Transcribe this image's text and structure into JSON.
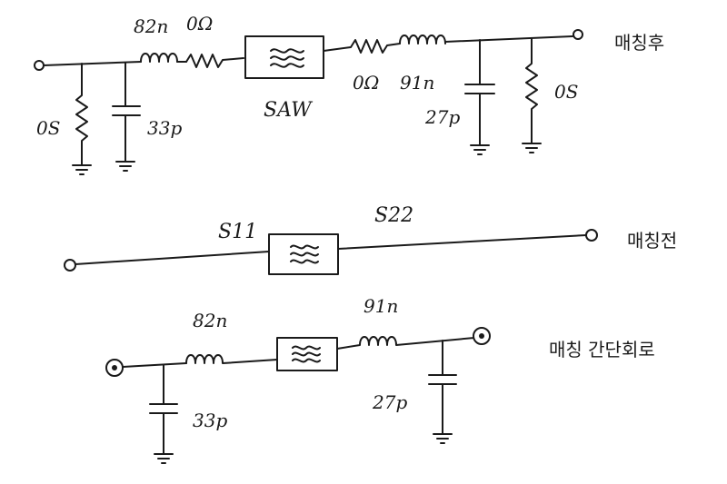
{
  "top_circuit": {
    "caption": "매칭후",
    "series_inductor_left": "82n",
    "series_resistor_left": "0Ω",
    "filter_label": "SAW",
    "series_resistor_right": "0Ω",
    "series_inductor_right": "91n",
    "shunt_resistor_left": "0S",
    "shunt_capacitor_left": "33p",
    "shunt_capacitor_right": "27p",
    "shunt_resistor_right": "0S"
  },
  "middle_circuit": {
    "caption": "매칭전",
    "port_left_label": "S11",
    "port_right_label": "S22"
  },
  "bottom_circuit": {
    "caption": "매칭 간단회로",
    "series_inductor_left": "82n",
    "series_inductor_right": "91n",
    "shunt_capacitor_left": "33p",
    "shunt_capacitor_right": "27p"
  }
}
